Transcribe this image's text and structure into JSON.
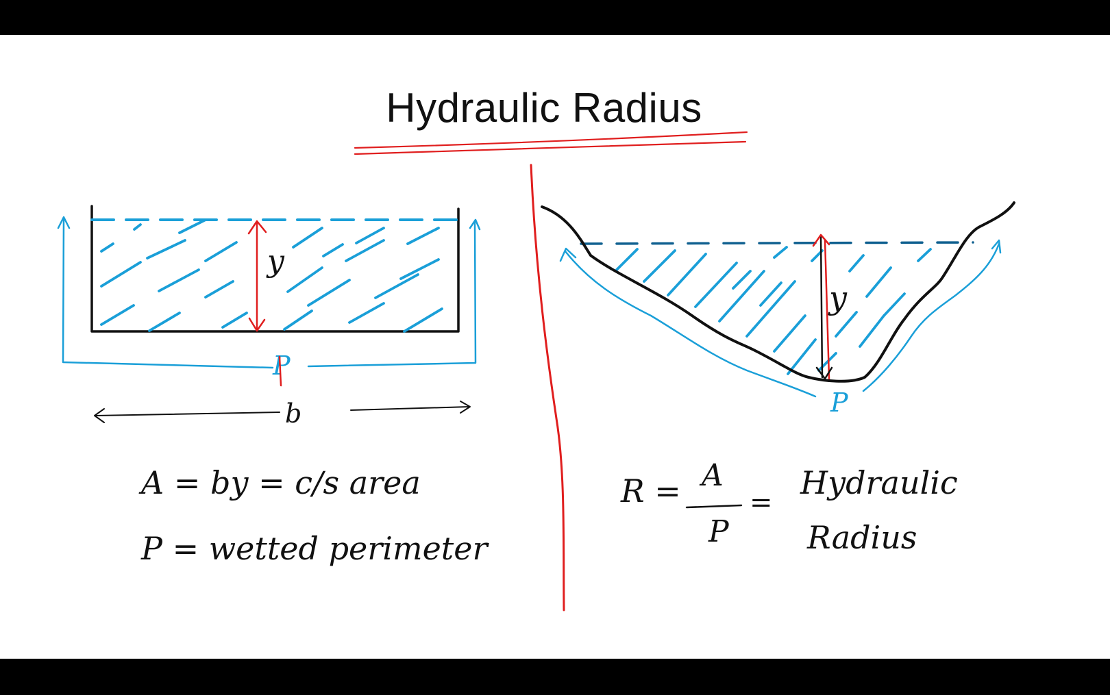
{
  "title": "Hydraulic Radius",
  "colors": {
    "ink": "#111111",
    "water": "#1a9fd8",
    "water_surface_dark": "#0e5f8f",
    "annotation_red": "#e01e1e",
    "letterbox": "#000000",
    "slide_bg": "#ffffff"
  },
  "rect_channel": {
    "depth_label": "y",
    "perimeter_label": "P",
    "width_label": "b"
  },
  "trap_channel": {
    "depth_label": "y",
    "perimeter_label": "P"
  },
  "equations": {
    "area": "A = by = c/s area",
    "perimeter": "P = wetted perimeter",
    "radius_lhs": "R =",
    "radius_num": "A",
    "radius_den": "P",
    "radius_eq": "=",
    "radius_name_1": "Hydraulic",
    "radius_name_2": "Radius"
  }
}
